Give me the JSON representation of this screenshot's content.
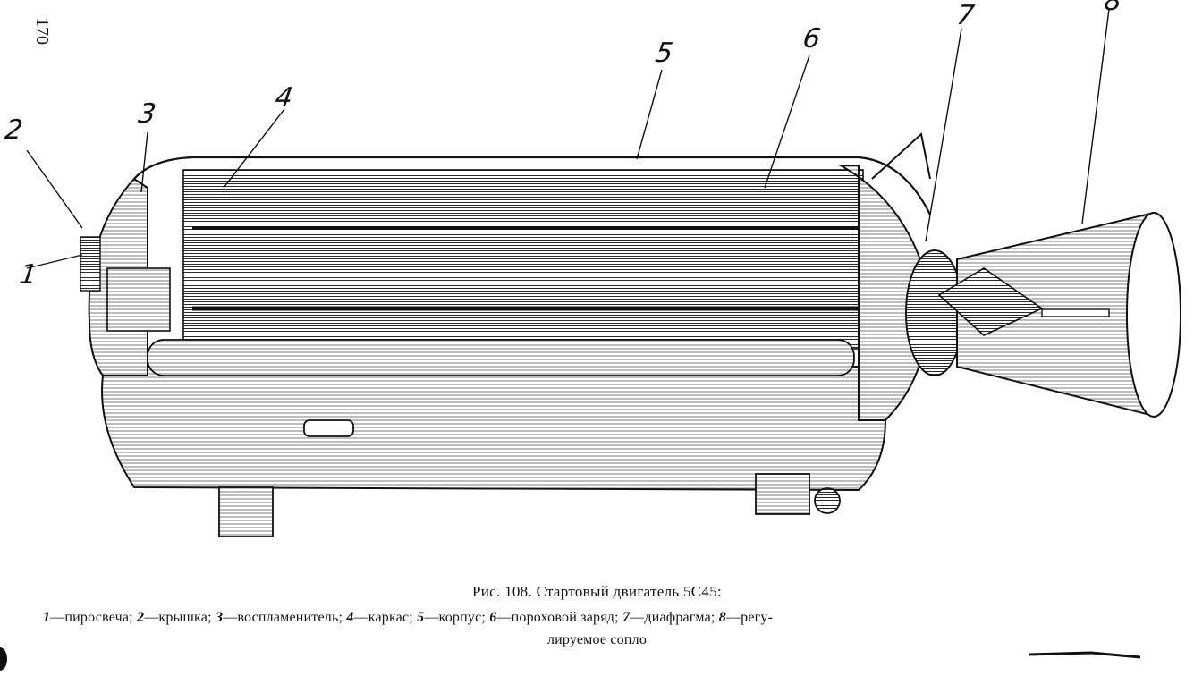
{
  "page": {
    "number": "170"
  },
  "callouts": [
    "1",
    "2",
    "3",
    "4",
    "5",
    "6",
    "7",
    "8"
  ],
  "caption": {
    "title": "Рис. 108. Стартовый двигатель 5С45:",
    "legend": [
      {
        "num": "1",
        "text": "—пиросвеча;"
      },
      {
        "num": "2",
        "text": "—крышка;"
      },
      {
        "num": "3",
        "text": "—воспламенитель;"
      },
      {
        "num": "4",
        "text": "—каркас;"
      },
      {
        "num": "5",
        "text": "—корпус;"
      },
      {
        "num": "6",
        "text": "—пороховой заряд;"
      },
      {
        "num": "7",
        "text": "—диафрагма;"
      },
      {
        "num": "8",
        "text": "—регу-"
      }
    ],
    "legend_continuation": "лируемое сопло"
  },
  "icons": [
    "rocket-engine-illustration"
  ]
}
